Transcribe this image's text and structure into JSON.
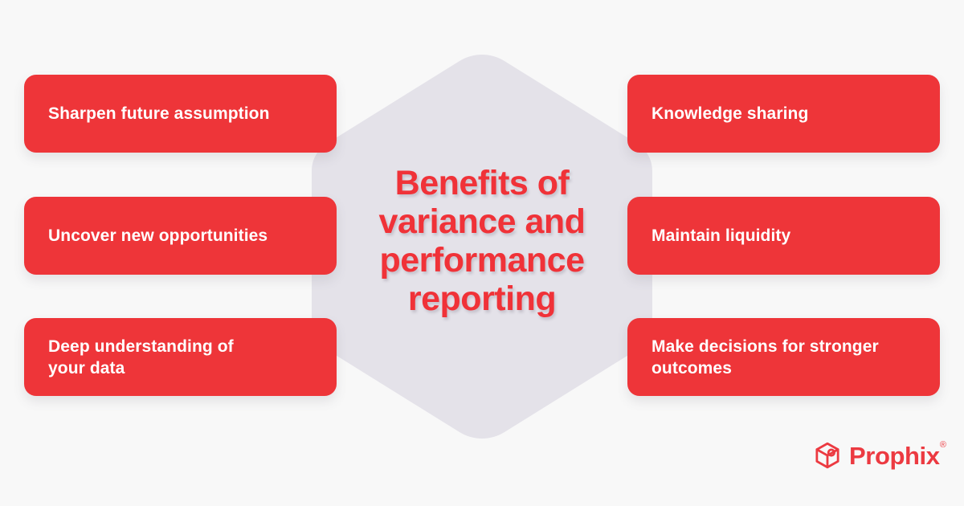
{
  "page": {
    "background_color": "#F8F8F8",
    "accent_color": "#EE3539",
    "hexagon_color": "#E4E2E9",
    "title_color": "#F03238"
  },
  "center": {
    "title": "Benefits of\nvariance and\nperformance\nreporting"
  },
  "cards": {
    "left": [
      {
        "label": "Sharpen future assumption"
      },
      {
        "label": "Uncover new opportunities"
      },
      {
        "label": "Deep understanding of\nyour data"
      }
    ],
    "right": [
      {
        "label": "Knowledge sharing"
      },
      {
        "label": "Maintain liquidity"
      },
      {
        "label": "Make decisions for stronger\noutcomes"
      }
    ]
  },
  "logo": {
    "icon": "prophix-cube-icon",
    "wordmark": "Prophix",
    "trademark": "®"
  }
}
